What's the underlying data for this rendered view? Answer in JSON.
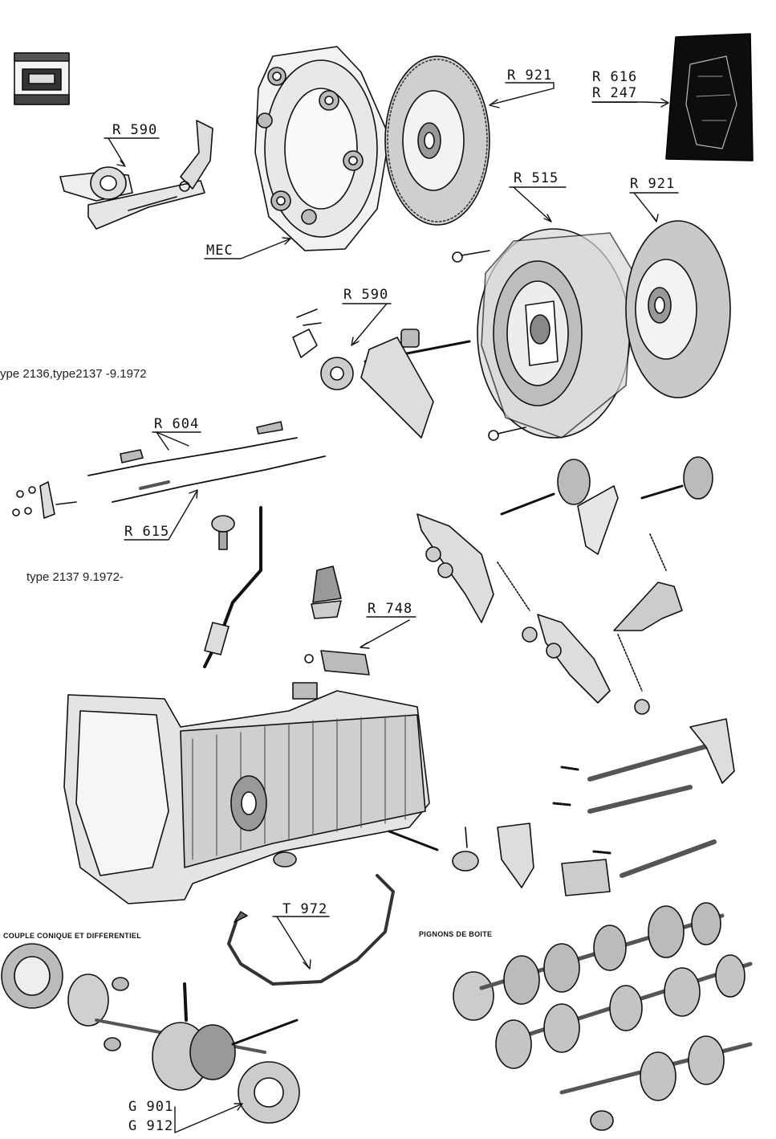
{
  "callouts": {
    "r590_top": "R 590",
    "mec": "MEC",
    "r921_top": "R 921",
    "r616": "R 616",
    "r247": "R 247",
    "r515": "R 515",
    "r921_right": "R 921",
    "r590_mid": "R 590",
    "r604": "R 604",
    "r615": "R 615",
    "r748": "R 748",
    "t972": "T 972",
    "g901": "G 901",
    "g912": "G 912"
  },
  "notes": {
    "type_early": "ype 2136,type2137    -9.1972",
    "type_late": "type 2137   9.1972-"
  },
  "sections": {
    "differential": "COUPLE CONIQUE ET DIFFERENTIEL",
    "gears": "PIGNONS DE BOITE"
  }
}
